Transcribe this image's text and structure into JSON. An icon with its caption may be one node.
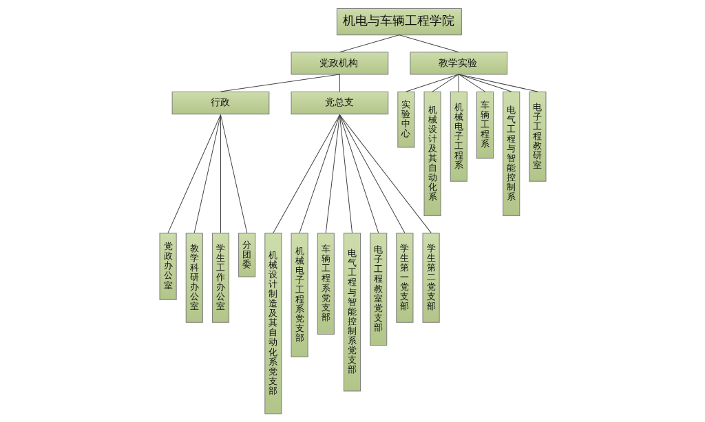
{
  "diagram": {
    "nodes": [
      {
        "text": [
          "机电与车辆工程学院"
        ]
      },
      {
        "text": [
          "党政机构"
        ]
      },
      {
        "text": [
          "教学实验"
        ]
      },
      {
        "text": [
          "行政"
        ]
      },
      {
        "text": [
          "党总支"
        ]
      },
      {
        "text": [
          "党政办公室"
        ]
      },
      {
        "text": [
          "教学科研办公室"
        ]
      },
      {
        "text": [
          "学生工作办公室"
        ]
      },
      {
        "text": [
          "分团委"
        ]
      },
      {
        "text": [
          "机械设计制造及其自动化系党支部"
        ]
      },
      {
        "text": [
          "机械电子工程系党支部"
        ]
      },
      {
        "text": [
          "车辆工程系党支部"
        ]
      },
      {
        "text": [
          "电气工程与智能控制系党支部"
        ]
      },
      {
        "text": [
          "电子工程教室党支部"
        ]
      },
      {
        "text": [
          "学生第一党支部"
        ]
      },
      {
        "text": [
          "学生第二党支部"
        ]
      },
      {
        "text": [
          "实验中心"
        ]
      },
      {
        "text": [
          "机械设计及其自动化系"
        ]
      },
      {
        "text": [
          "机械电子工程系"
        ]
      },
      {
        "text": [
          "车辆工程系"
        ]
      },
      {
        "text": [
          "电气工程与智能控制系"
        ]
      },
      {
        "text": [
          "电子工程教研室"
        ]
      }
    ],
    "edges": [
      {
        "from": 0,
        "to": 1,
        "arrow": "none"
      },
      {
        "from": 0,
        "to": 2,
        "arrow": "none"
      },
      {
        "from": 1,
        "to": 3,
        "arrow": "none"
      },
      {
        "from": 1,
        "to": 4,
        "arrow": "none"
      },
      {
        "from": 3,
        "to": 5,
        "arrow": "none"
      },
      {
        "from": 3,
        "to": 6,
        "arrow": "none"
      },
      {
        "from": 3,
        "to": 7,
        "arrow": "none"
      },
      {
        "from": 3,
        "to": 8,
        "arrow": "none"
      },
      {
        "from": 4,
        "to": 9,
        "arrow": "none"
      },
      {
        "from": 4,
        "to": 10,
        "arrow": "none"
      },
      {
        "from": 4,
        "to": 11,
        "arrow": "none"
      },
      {
        "from": 4,
        "to": 12,
        "arrow": "none"
      },
      {
        "from": 4,
        "to": 13,
        "arrow": "none"
      },
      {
        "from": 4,
        "to": 14,
        "arrow": "none"
      },
      {
        "from": 4,
        "to": 15,
        "arrow": "none"
      },
      {
        "from": 2,
        "to": 16,
        "arrow": "none"
      },
      {
        "from": 2,
        "to": 17,
        "arrow": "none"
      },
      {
        "from": 2,
        "to": 18,
        "arrow": "none"
      },
      {
        "from": 2,
        "to": 19,
        "arrow": "none"
      },
      {
        "from": 2,
        "to": 20,
        "arrow": "none"
      },
      {
        "from": 2,
        "to": 21,
        "arrow": "none"
      }
    ]
  }
}
